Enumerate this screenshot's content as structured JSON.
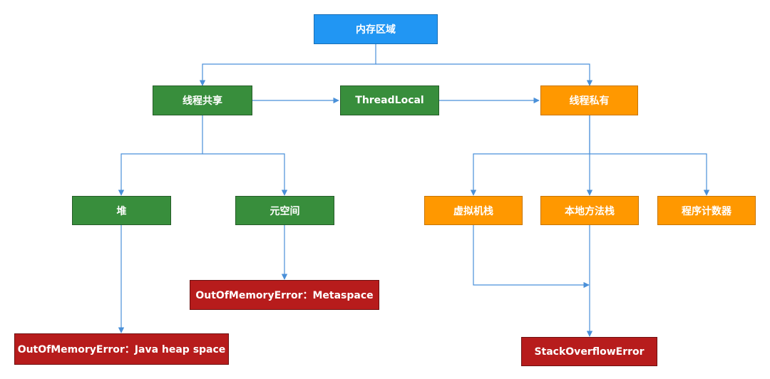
{
  "nodes": {
    "root": "内存区域",
    "shared": "线程共享",
    "threadlocal": "ThreadLocal",
    "private": "线程私有",
    "heap": "堆",
    "metaspace": "元空间",
    "vmstack": "虚拟机栈",
    "nativestack": "本地方法栈",
    "pc": "程序计数器",
    "oom_meta": "OutOfMemoryError：Metaspace",
    "oom_heap": "OutOfMemoryError：Java heap space",
    "so_error": "StackOverflowError"
  },
  "colors": {
    "root": "#2196f3",
    "shared": "#388e3c",
    "private": "#ff9800",
    "error": "#b71c1c",
    "connector": "#4a90d9"
  }
}
